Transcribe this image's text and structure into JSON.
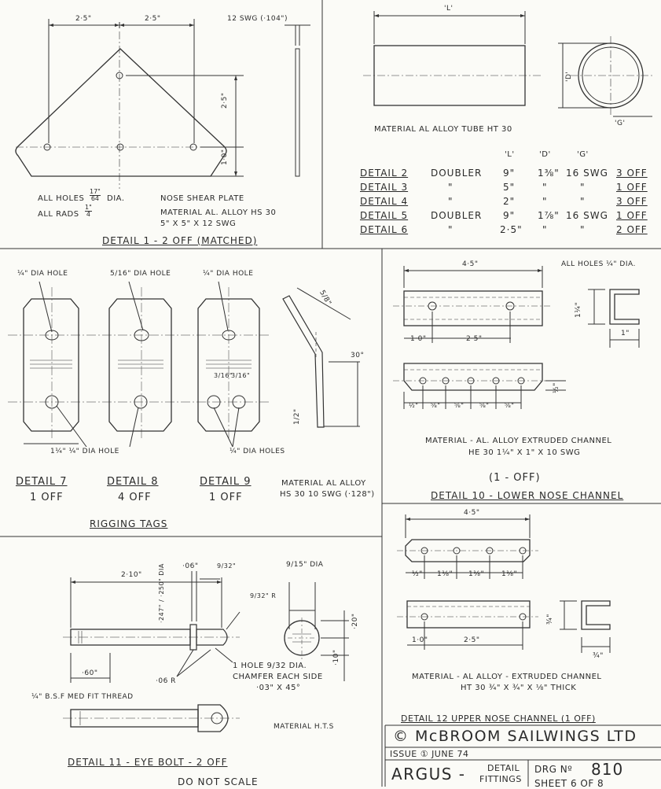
{
  "panels": {
    "nose_shear_plate": {
      "dims": {
        "half_width_left": "2·5\"",
        "half_width_right": "2·5\"",
        "gauge": "12 SWG (·104\")",
        "height_upper": "2·5\"",
        "height_lower": "1·0\""
      },
      "notes": {
        "holes_prefix": "ALL HOLES",
        "holes_num": "17\"",
        "holes_den": "64",
        "holes_suffix": "DIA.",
        "rads_prefix": "ALL RADS",
        "rads_num": "1\"",
        "rads_den": "4"
      },
      "name": "NOSE SHEAR PLATE",
      "material": "MATERIAL AL. ALLOY HS 30",
      "size": "5\" X 5\" X 12 SWG",
      "title": "DETAIL 1 - 2 OFF (MATCHED)"
    },
    "tube_doublers": {
      "dims": {
        "length": "'L'",
        "diameter": "'D'",
        "gauge": "'G'"
      },
      "material": "MATERIAL AL ALLOY TUBE HT 30",
      "headers": [
        "'L'",
        "'D'",
        "'G'"
      ],
      "rows": [
        {
          "detail": "DETAIL 2",
          "name": "DOUBLER",
          "l": "9\"",
          "d": "1⅜\"",
          "g": "16 SWG",
          "qty": "3 OFF"
        },
        {
          "detail": "DETAIL 3",
          "name": "\"",
          "l": "5\"",
          "d": "\"",
          "g": "\"",
          "qty": "1 OFF"
        },
        {
          "detail": "DETAIL 4",
          "name": "\"",
          "l": "2\"",
          "d": "\"",
          "g": "\"",
          "qty": "3 OFF"
        },
        {
          "detail": "DETAIL 5",
          "name": "DOUBLER",
          "l": "9\"",
          "d": "1⅞\"",
          "g": "16 SWG",
          "qty": "1 OFF"
        },
        {
          "detail": "DETAIL 6",
          "name": "\"",
          "l": "2·5\"",
          "d": "\"",
          "g": "\"",
          "qty": "2 OFF"
        }
      ]
    },
    "rigging_tags": {
      "holes_top": [
        "¼\" DIA HOLE",
        "5/16\" DIA HOLE",
        "¼\" DIA HOLE"
      ],
      "hole_bottom_left": "1¼\"  ¼\" DIA HOLE",
      "hole_bottom_right": "¼\" DIA HOLES",
      "spacing_a": "3/16\"",
      "spacing_b": "3/16\"",
      "bend_angle": "30°",
      "bend_upper": "5/8\"",
      "bend_lower": "1/2\"",
      "details": [
        {
          "name": "DETAIL 7",
          "qty": "1 OFF"
        },
        {
          "name": "DETAIL 8",
          "qty": "4 OFF"
        },
        {
          "name": "DETAIL 9",
          "qty": "1 OFF"
        }
      ],
      "material_1": "MATERIAL AL ALLOY",
      "material_2": "HS 30  10 SWG (·128\")",
      "title": "RIGGING TAGS"
    },
    "lower_nose_channel": {
      "length": "4·5\"",
      "holes": "ALL HOLES ¼\" DIA.",
      "pitch_first": "1·0\"",
      "pitch_span": "2·5\"",
      "height": "1¼\"",
      "width": "1\"",
      "edge": "½\"",
      "pitches": [
        "½\"",
        "⅝\"",
        "⅝\"",
        "⅝\"",
        "⅝\""
      ],
      "material_1": "MATERIAL - AL. ALLOY  EXTRUDED CHANNEL",
      "material_2": "HE 30   1¼\" X 1\" X 10 SWG",
      "qty": "(1 - OFF)",
      "title": "DETAIL 10 - LOWER NOSE CHANNEL"
    },
    "eye_bolt": {
      "length": "2·10\"",
      "collar": "·06\"",
      "chamfer": "9/32\"",
      "radius": "9/32\" R",
      "shank_dia": "·247\" / ·250\" DIA",
      "eye_dia": "9/15\" DIA",
      "eye_height": "·20\"",
      "eye_offset": "·10\"",
      "thread_len": "·60\"",
      "fillet": "·06 R",
      "hole_1": "1 HOLE  9/32 DIA.",
      "hole_2": "CHAMFER EACH SIDE",
      "hole_3": "·03\" X 45°",
      "thread": "¼\" B.S.F MED FIT THREAD",
      "material": "MATERIAL H.T.S",
      "title": "DETAIL 11 - EYE BOLT - 2 OFF",
      "note": "DO NOT SCALE"
    },
    "upper_nose_channel": {
      "length": "4·5\"",
      "pitches": [
        "½\"",
        "1⅛\"",
        "1⅛\"",
        "1⅛\""
      ],
      "pitch_first": "1·0\"",
      "pitch_span": "2·5\"",
      "height": "¾\"",
      "width": "¾\"",
      "material_1": "MATERIAL - AL ALLOY - EXTRUDED CHANNEL",
      "material_2": "HT 30  ¾\" X ¾\" X ⅛\" THICK",
      "title": "DETAIL 12  UPPER NOSE CHANNEL  (1 OFF)"
    }
  },
  "title_block": {
    "company": "© McBROOM SAILWINGS LTD",
    "issue": "ISSUE ① JUNE 74",
    "project": "ARGUS -",
    "detail_1": "DETAIL",
    "detail_2": "FITTINGS",
    "drg_label": "DRG Nº",
    "drg_number": "810",
    "sheet": "SHEET 6 OF 8"
  }
}
